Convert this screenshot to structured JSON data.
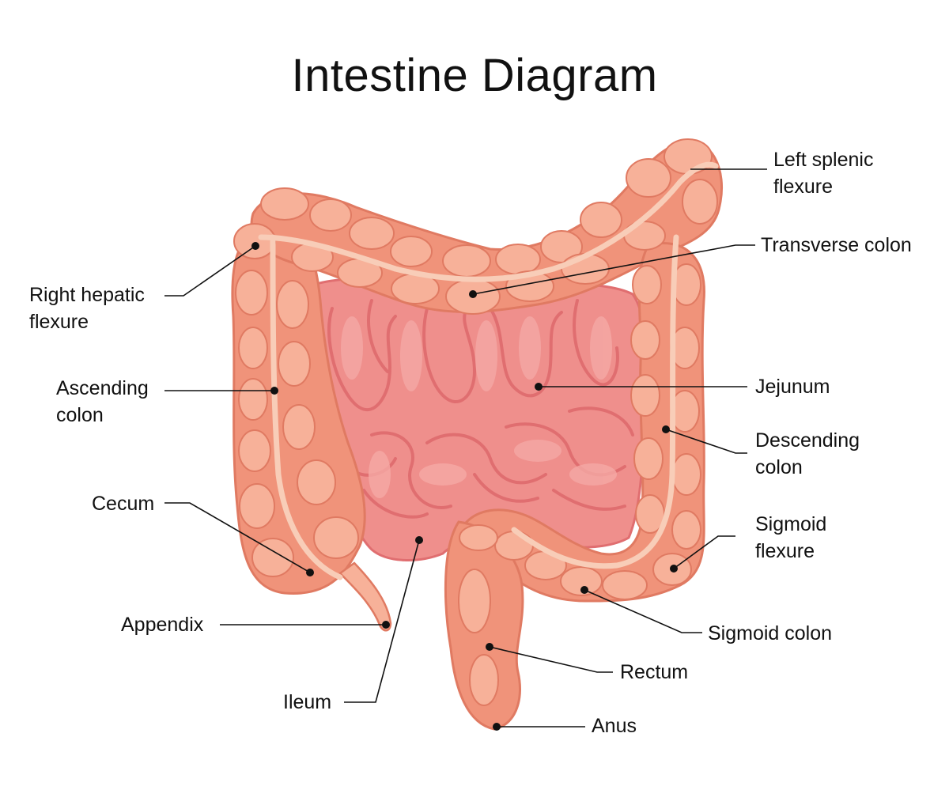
{
  "title": "Intestine Diagram",
  "colors": {
    "colon": "#f0937a",
    "colon_light": "#f7b199",
    "colon_dark": "#e07a62",
    "small_intestine": "#ef8f8c",
    "small_intestine_dark": "#e06e70",
    "small_intestine_light": "#f5a9a5",
    "inner_band": "#f8cdb8",
    "leader": "#111111"
  },
  "labels": {
    "left_splenic": [
      "Left splenic",
      "flexure"
    ],
    "transverse": [
      "Transverse colon"
    ],
    "right_hepatic": [
      "Right hepatic",
      "flexure"
    ],
    "ascending": [
      "Ascending",
      "colon"
    ],
    "jejunum": [
      "Jejunum"
    ],
    "descending": [
      "Descending",
      "colon"
    ],
    "cecum": [
      "Cecum"
    ],
    "sigmoid_flexure": [
      "Sigmoid",
      "flexure"
    ],
    "appendix": [
      "Appendix"
    ],
    "sigmoid_colon": [
      "Sigmoid colon"
    ],
    "rectum": [
      "Rectum"
    ],
    "ileum": [
      "Ileum"
    ],
    "anus": [
      "Anus"
    ]
  }
}
